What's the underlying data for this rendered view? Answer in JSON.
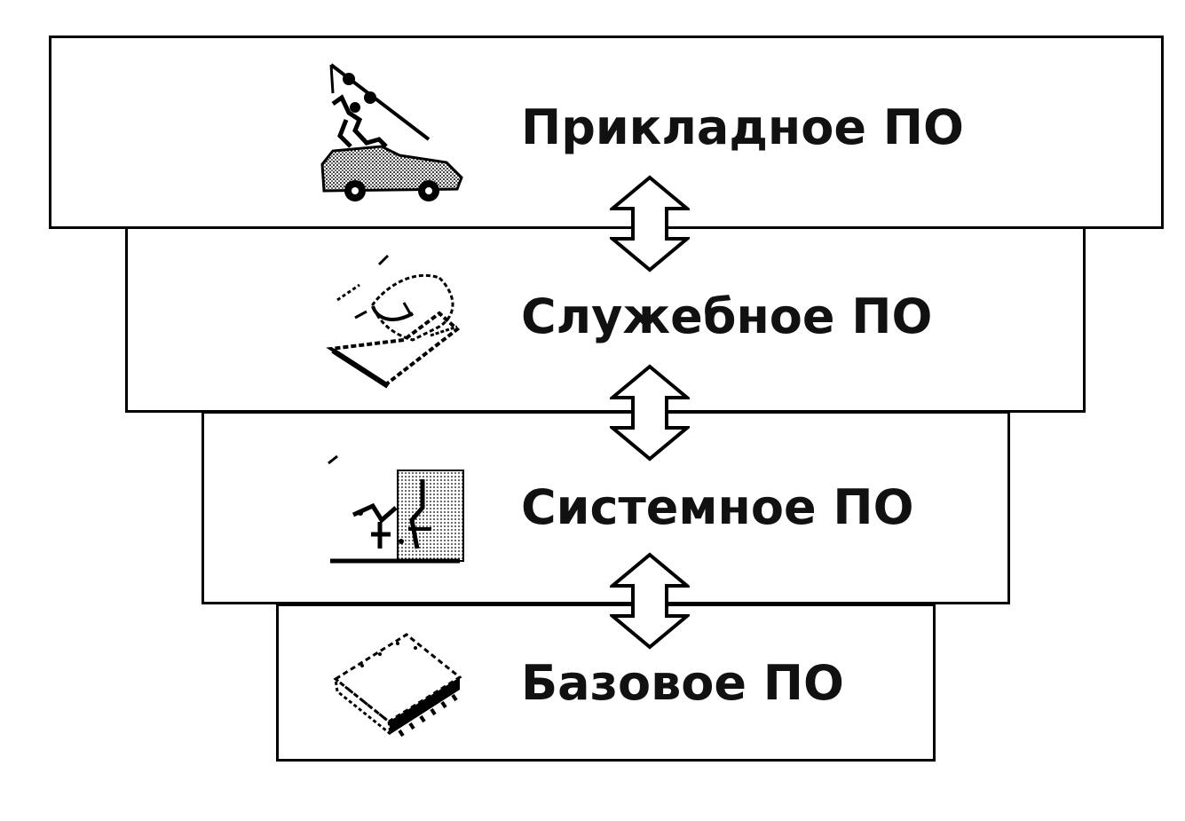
{
  "layers": {
    "application": {
      "label": "Прикладное ПО",
      "icon": "crane-truck-icon"
    },
    "utility": {
      "label": "Служебное ПО",
      "icon": "disk-tool-icon"
    },
    "system": {
      "label": "Системное ПО",
      "icon": "system-tools-icon"
    },
    "base": {
      "label": "Базовое ПО",
      "icon": "chip-icon"
    }
  },
  "colors": {
    "line": "#000000",
    "background": "#ffffff"
  }
}
